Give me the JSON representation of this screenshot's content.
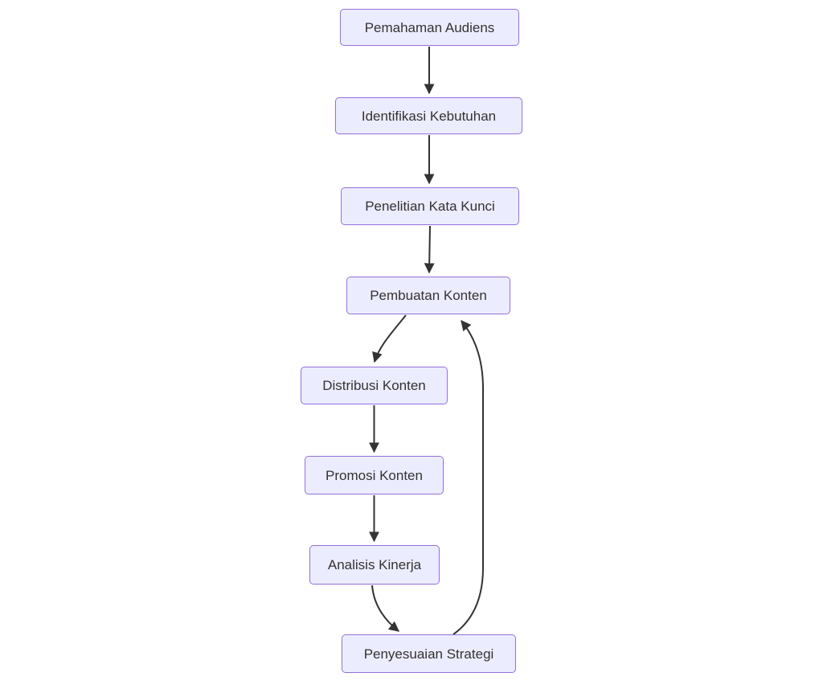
{
  "diagram": {
    "type": "flowchart",
    "direction": "top-down",
    "nodes": [
      {
        "id": "A",
        "label": "Pemahaman Audiens"
      },
      {
        "id": "B",
        "label": "Identifikasi Kebutuhan"
      },
      {
        "id": "C",
        "label": "Penelitian Kata Kunci"
      },
      {
        "id": "D",
        "label": "Pembuatan Konten"
      },
      {
        "id": "E",
        "label": "Distribusi Konten"
      },
      {
        "id": "F",
        "label": "Promosi Konten"
      },
      {
        "id": "G",
        "label": "Analisis Kinerja"
      },
      {
        "id": "H",
        "label": "Penyesuaian Strategi"
      }
    ],
    "edges": [
      {
        "from": "Pemahaman Audiens",
        "to": "Identifikasi Kebutuhan"
      },
      {
        "from": "Identifikasi Kebutuhan",
        "to": "Penelitian Kata Kunci"
      },
      {
        "from": "Penelitian Kata Kunci",
        "to": "Pembuatan Konten"
      },
      {
        "from": "Pembuatan Konten",
        "to": "Distribusi Konten"
      },
      {
        "from": "Distribusi Konten",
        "to": "Promosi Konten"
      },
      {
        "from": "Promosi Konten",
        "to": "Analisis Kinerja"
      },
      {
        "from": "Analisis Kinerja",
        "to": "Penyesuaian Strategi"
      },
      {
        "from": "Penyesuaian Strategi",
        "to": "Pembuatan Konten"
      }
    ],
    "colors": {
      "node_fill": "#ECECFF",
      "node_border": "#9370DB",
      "node_text": "#333333",
      "edge": "#333333",
      "background": "#FFFFFF"
    }
  }
}
